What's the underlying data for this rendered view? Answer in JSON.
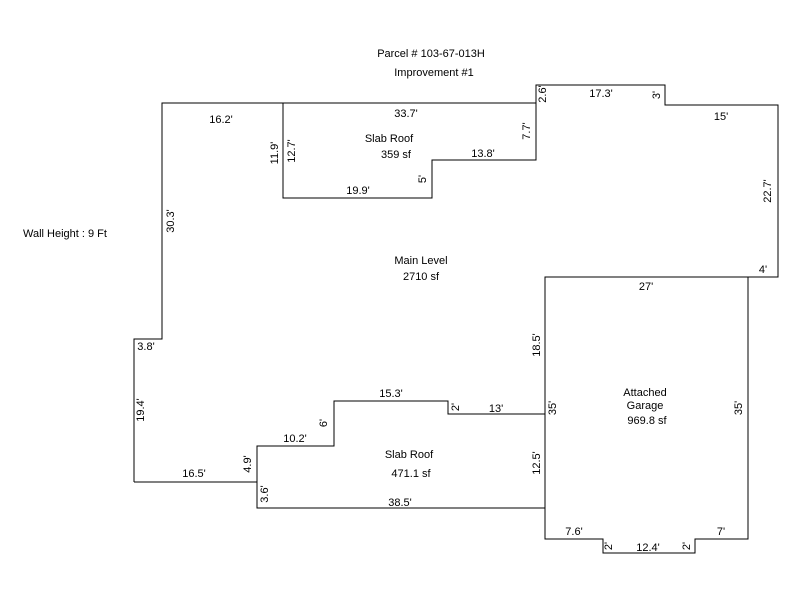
{
  "header": {
    "parcel": "Parcel # 103-67-013H",
    "improvement": "Improvement #1"
  },
  "notes": {
    "wall_height": "Wall Height : 9 Ft"
  },
  "areas": {
    "main": {
      "name": "Main Level",
      "area": "2710 sf"
    },
    "slab_top": {
      "name": "Slab Roof",
      "area": "359 sf"
    },
    "slab_bottom": {
      "name": "Slab Roof",
      "area": "471.1 sf"
    },
    "garage": {
      "name1": "Attached",
      "name2": "Garage",
      "area": "969.8 sf"
    }
  },
  "dimensions": {
    "d_16_2": "16.2'",
    "d_33_7": "33.7'",
    "d_2_6": "2.6'",
    "d_17_3": "17.3'",
    "d_3": "3'",
    "d_15": "15'",
    "d_22_7": "22.7'",
    "d_4": "4'",
    "d_27": "27'",
    "d_11_9": "11.9'",
    "d_12_7": "12.7'",
    "d_7_7": "7.7'",
    "d_13_8": "13.8'",
    "d_5": "5'",
    "d_19_9": "19.9'",
    "d_30_3": "30.3'",
    "d_3_8": "3.8'",
    "d_19_4": "19.4'",
    "d_16_5": "16.5'",
    "d_4_9": "4.9'",
    "d_3_6": "3.6'",
    "d_10_2": "10.2'",
    "d_6": "6'",
    "d_15_3": "15.3'",
    "d_2a": "2'",
    "d_13": "13'",
    "d_38_5": "38.5'",
    "d_12_5": "12.5'",
    "d_18_5": "18.5'",
    "d_35_left": "35'",
    "d_35_right": "35'",
    "d_7_6": "7.6'",
    "d_2b": "2'",
    "d_12_4": "12.4'",
    "d_2c": "2'",
    "d_7": "7'"
  }
}
